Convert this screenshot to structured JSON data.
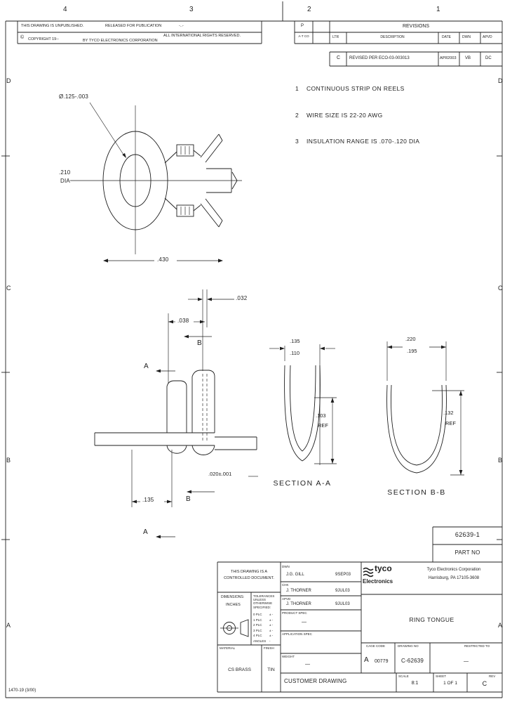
{
  "sheet": {
    "zone_cols": [
      "4",
      "3",
      "2",
      "1"
    ],
    "zone_rows": [
      "D",
      "C",
      "B",
      "A"
    ],
    "form_no": "1470-19 (3/00)"
  },
  "header": {
    "unpublished": "THIS DRAWING IS UNPUBLISHED.",
    "released": "RELEASED FOR PUBLICATION",
    "released_date": "-..-",
    "copyright_symbol": "©",
    "copyright_line": "COPYRIGHT 19--",
    "by_line": "BY TYCO ELECTRONICS CORPORATION",
    "rights_line": "ALL INTERNATIONAL RIGHTS RESERVED."
  },
  "revisions": {
    "p_col": "P",
    "dist_col": "A-T CO",
    "title": "REVISIONS",
    "col_ltr": "LTR",
    "col_desc": "DESCRIPTION",
    "col_date": "DATE",
    "col_dwn": "DWN",
    "col_apvd": "APVD",
    "row": {
      "ltr": "C",
      "desc": "REVISED PER ECO-03-003013",
      "date": "APR2003",
      "dwn": "VB",
      "apvd": "DC"
    }
  },
  "notes": [
    {
      "num": "1",
      "text": "CONTINUOUS STRIP ON REELS"
    },
    {
      "num": "2",
      "text": "WIRE SIZE IS 22-20 AWG"
    },
    {
      "num": "3",
      "text": "INSULATION RANGE IS .070-.120 DIA"
    }
  ],
  "plan_view": {
    "hole_dia": "Ø.125-.003",
    "stock_dia": ".210",
    "dia_word": "DIA",
    "overall": ".430"
  },
  "side_view": {
    "d032": ".032",
    "d038": ".038",
    "a": "A",
    "b": "B",
    "d135": ".135",
    "d020": ".020±.001"
  },
  "section_a": {
    "title": "SECTION A-A",
    "w_outer": ".135",
    "w_inner": ".110",
    "depth": ".103",
    "ref": "REF"
  },
  "section_b": {
    "title": "SECTION B-B",
    "w_outer": ".220",
    "w_inner": ".195",
    "depth": ".132",
    "ref": "REF"
  },
  "part_block": {
    "part_number": "62639-1",
    "label": "PART NO"
  },
  "title_block": {
    "controlled": "THIS DRAWING IS A CONTROLLED DOCUMENT.",
    "dim_label": "DIMENSIONS:",
    "units": "INCHES",
    "tol_header": "TOLERANCES UNLESS OTHERWISE SPECIFIED:",
    "tols": [
      [
        "0 PLC",
        "± -"
      ],
      [
        "1 PLC",
        "± -"
      ],
      [
        "2 PLC",
        "± -"
      ],
      [
        "3 PLC",
        "± -"
      ],
      [
        "4 PLC",
        "± -"
      ],
      [
        "ANGLES",
        "-"
      ]
    ],
    "material_label": "MATERIAL",
    "material": "CS BRASS",
    "finish_label": "FINISH",
    "finish": "TIN",
    "dwn_label": "DWN",
    "dwn_name": "J.G. GILL",
    "dwn_date": "9SEP03",
    "chk_label": "CHK",
    "chk_name": "J. THORNER",
    "chk_date": "9JUL03",
    "apvd_label": "APVD",
    "apvd_name": "J. THORNER",
    "apvd_date": "9JUL03",
    "brand_top": "tyco",
    "brand_bottom": "Electronics",
    "company": "Tyco Electronics Corporation",
    "address": "Harrisburg, PA 17105-3608",
    "product_spec_label": "PRODUCT SPEC",
    "product_spec": "—",
    "app_spec_label": "APPLICATION SPEC",
    "weight_label": "WEIGHT",
    "weight": "—",
    "name": "RING TONGUE",
    "size": "A",
    "cage_label": "CAGE CODE",
    "cage": "00779",
    "dwgno_label": "DRAWING NO",
    "dwgno": "C-62639",
    "restricted_label": "RESTRICTED TO",
    "restricted": "—",
    "doc_type": "CUSTOMER DRAWING",
    "scale_label": "SCALE",
    "scale": "8:1",
    "sheet_label": "SHEET",
    "sheet": "1 OF 1",
    "rev_label": "REV",
    "rev": "C"
  }
}
